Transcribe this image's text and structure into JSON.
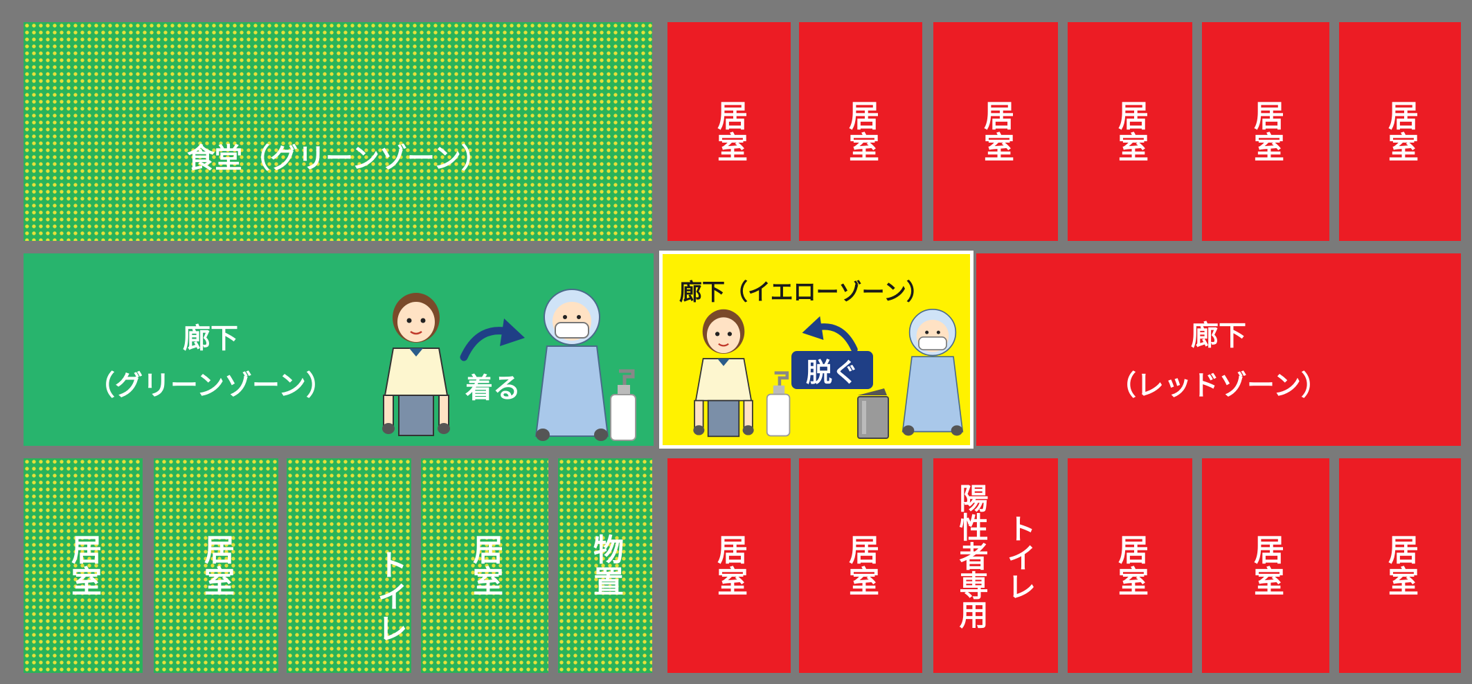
{
  "top": {
    "dining": "食堂（グリーンゾーン）",
    "rooms": [
      "居室",
      "居室",
      "居室",
      "居室",
      "居室",
      "居室"
    ]
  },
  "middle": {
    "green_corridor": {
      "line1": "廊下",
      "line2": "（グリーンゾーン）",
      "action": "着る"
    },
    "yellow_corridor": {
      "title": "廊下（イエローゾーン）",
      "action": "脱ぐ"
    },
    "red_corridor": {
      "line1": "廊下",
      "line2": "（レッドゾーン）"
    }
  },
  "bottom": {
    "green_rooms": [
      "居室",
      "居室",
      "トイレ",
      "居室",
      "物置"
    ],
    "red_rooms": [
      "居室",
      "居室",
      "居室",
      "居室",
      "居室"
    ],
    "patient_toilet": {
      "line1": "トイレ",
      "line2": "陽性者専用"
    }
  },
  "colors": {
    "green": "#28b46d",
    "green_dot": "#e5e03a",
    "red": "#ec1c24",
    "yellow": "#fff200",
    "wall": "#7a7a7a",
    "arrow": "#1f3f86"
  }
}
